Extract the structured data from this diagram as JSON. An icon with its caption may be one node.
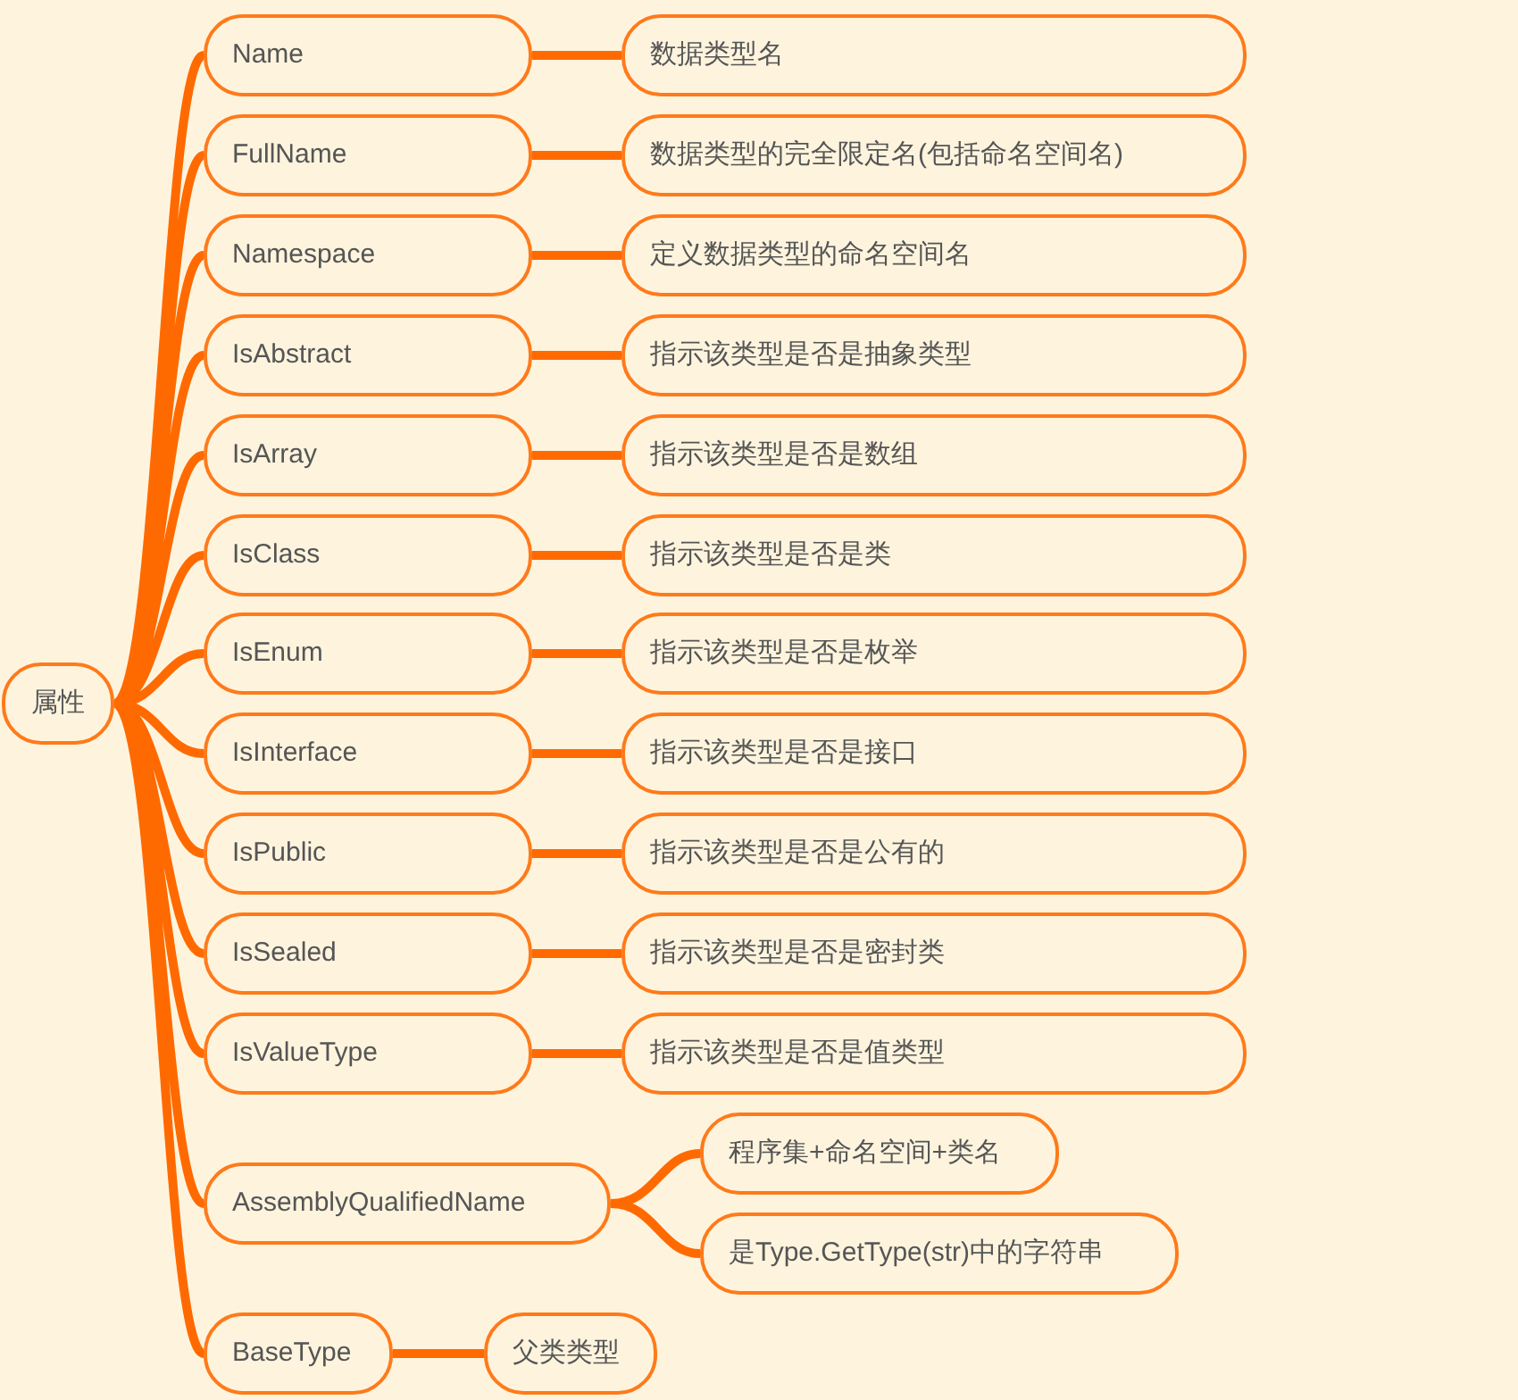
{
  "diagram": {
    "nodes": [
      {
        "text": [
          "属性"
        ]
      },
      {
        "text": [
          "Name"
        ]
      },
      {
        "text": [
          "数据类型名"
        ]
      },
      {
        "text": [
          "FullName"
        ]
      },
      {
        "text": [
          "数据类型的完全限定名(包括命名空间名)"
        ]
      },
      {
        "text": [
          "Namespace"
        ]
      },
      {
        "text": [
          "定义数据类型的命名空间名"
        ]
      },
      {
        "text": [
          "IsAbstract"
        ]
      },
      {
        "text": [
          "指示该类型是否是抽象类型"
        ]
      },
      {
        "text": [
          "IsArray"
        ]
      },
      {
        "text": [
          "指示该类型是否是数组"
        ]
      },
      {
        "text": [
          "IsClass"
        ]
      },
      {
        "text": [
          "指示该类型是否是类"
        ]
      },
      {
        "text": [
          "IsEnum"
        ]
      },
      {
        "text": [
          "指示该类型是否是枚举"
        ]
      },
      {
        "text": [
          "IsInterface"
        ]
      },
      {
        "text": [
          "指示该类型是否是接口"
        ]
      },
      {
        "text": [
          "IsPublic"
        ]
      },
      {
        "text": [
          "指示该类型是否是公有的"
        ]
      },
      {
        "text": [
          "IsSealed"
        ]
      },
      {
        "text": [
          "指示该类型是否是密封类"
        ]
      },
      {
        "text": [
          "IsValueType"
        ]
      },
      {
        "text": [
          "指示该类型是否是值类型"
        ]
      },
      {
        "text": [
          "AssemblyQualifiedName"
        ]
      },
      {
        "text": [
          "程序集+命名空间+类名"
        ]
      },
      {
        "text": [
          "是Type.GetType(str)中的字符串"
        ]
      },
      {
        "text": [
          "BaseType"
        ]
      },
      {
        "text": [
          "父类类型"
        ]
      }
    ],
    "edges": [
      {
        "from": 0,
        "to": 1,
        "arrow": "none"
      },
      {
        "from": 1,
        "to": 2,
        "arrow": "none"
      },
      {
        "from": 0,
        "to": 3,
        "arrow": "none"
      },
      {
        "from": 3,
        "to": 4,
        "arrow": "none"
      },
      {
        "from": 0,
        "to": 5,
        "arrow": "none"
      },
      {
        "from": 5,
        "to": 6,
        "arrow": "none"
      },
      {
        "from": 0,
        "to": 7,
        "arrow": "none"
      },
      {
        "from": 7,
        "to": 8,
        "arrow": "none"
      },
      {
        "from": 0,
        "to": 9,
        "arrow": "none"
      },
      {
        "from": 9,
        "to": 10,
        "arrow": "none"
      },
      {
        "from": 0,
        "to": 11,
        "arrow": "none"
      },
      {
        "from": 11,
        "to": 12,
        "arrow": "none"
      },
      {
        "from": 0,
        "to": 13,
        "arrow": "none"
      },
      {
        "from": 13,
        "to": 14,
        "arrow": "none"
      },
      {
        "from": 0,
        "to": 15,
        "arrow": "none"
      },
      {
        "from": 15,
        "to": 16,
        "arrow": "none"
      },
      {
        "from": 0,
        "to": 17,
        "arrow": "none"
      },
      {
        "from": 17,
        "to": 18,
        "arrow": "none"
      },
      {
        "from": 0,
        "to": 19,
        "arrow": "none"
      },
      {
        "from": 19,
        "to": 20,
        "arrow": "none"
      },
      {
        "from": 0,
        "to": 21,
        "arrow": "none"
      },
      {
        "from": 21,
        "to": 22,
        "arrow": "none"
      },
      {
        "from": 0,
        "to": 23,
        "arrow": "none"
      },
      {
        "from": 23,
        "to": 24,
        "arrow": "none"
      },
      {
        "from": 23,
        "to": 25,
        "arrow": "none"
      },
      {
        "from": 0,
        "to": 26,
        "arrow": "none"
      },
      {
        "from": 26,
        "to": 27,
        "arrow": "none"
      }
    ]
  }
}
